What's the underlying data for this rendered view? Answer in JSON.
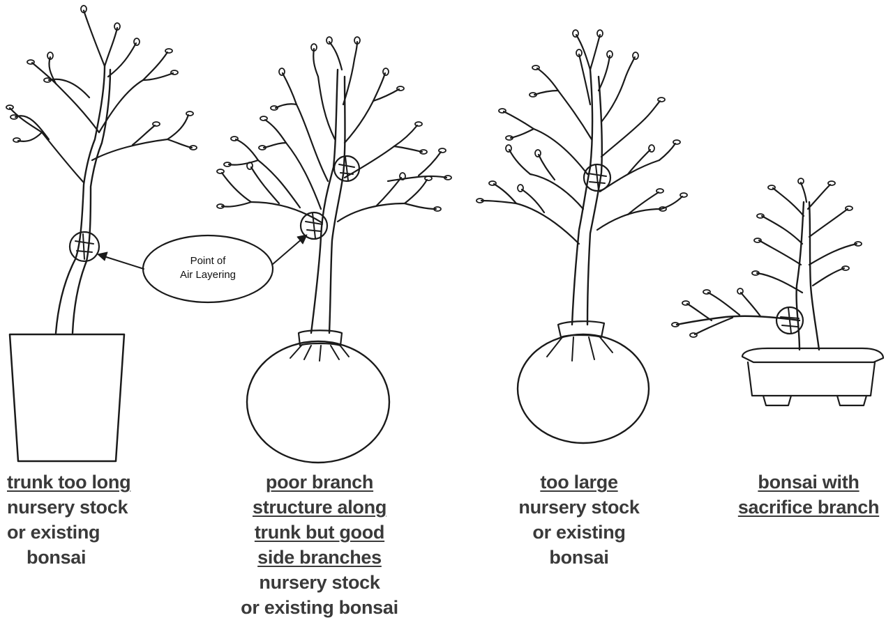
{
  "callout": {
    "line1": "Point of",
    "line2": "Air Layering"
  },
  "captions": {
    "trunk_too_long": {
      "title": "trunk too long",
      "line2": "nursery stock",
      "line3": "or existing",
      "line4": "bonsai"
    },
    "poor_branch": {
      "line1": "poor branch",
      "line2": "structure along",
      "line3": "trunk but good",
      "line4": "side branches",
      "line5": "nursery stock",
      "line6": "or existing bonsai"
    },
    "too_large": {
      "title": "too large",
      "line2": "nursery stock",
      "line3": "or existing",
      "line4": "bonsai"
    },
    "sacrifice": {
      "line1": "bonsai with",
      "line2": "sacrifice branch"
    }
  },
  "colors": {
    "ink": "#1a1a1a",
    "caption": "#3a3a3a",
    "background": "#ffffff"
  }
}
